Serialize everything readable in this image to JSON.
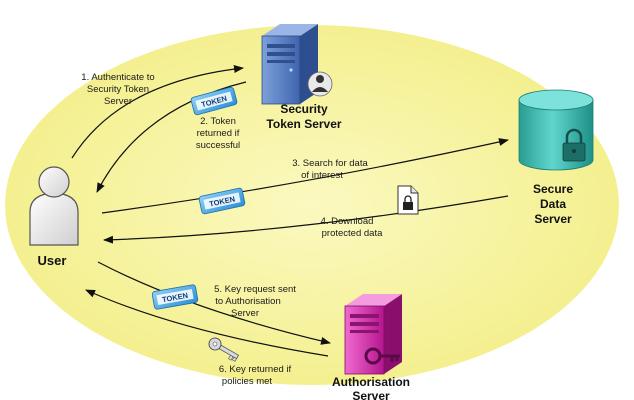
{
  "nodes": {
    "user": "User",
    "sts": [
      "Security",
      "Token Server"
    ],
    "secure": [
      "Secure",
      "Data",
      "Server"
    ],
    "auth": [
      "Authorisation",
      "Server"
    ]
  },
  "token_text": "TOKEN",
  "steps": {
    "s1": [
      "1. Authenticate to",
      "Security Token",
      "Server"
    ],
    "s2": [
      "2. Token",
      "returned if",
      "successful"
    ],
    "s3": [
      "3. Search for data",
      "of interest"
    ],
    "s4": [
      "4. Download",
      "protected data"
    ],
    "s5": [
      "5. Key request sent",
      "to Authorisation",
      "Server"
    ],
    "s6": [
      "6. Key returned if",
      "policies met"
    ]
  },
  "colors": {
    "ellipse": "#f7f4a0",
    "sts_server": "#4a6fb5",
    "auth_server": "#d01fa6",
    "secure_cylinder": "#2fb3a8",
    "token": "#3aa0dd",
    "arrow": "#111111"
  },
  "icons": [
    "user-icon",
    "server-icon",
    "database-icon",
    "padlock-icon",
    "document-icon",
    "key-icon",
    "token-icon"
  ]
}
